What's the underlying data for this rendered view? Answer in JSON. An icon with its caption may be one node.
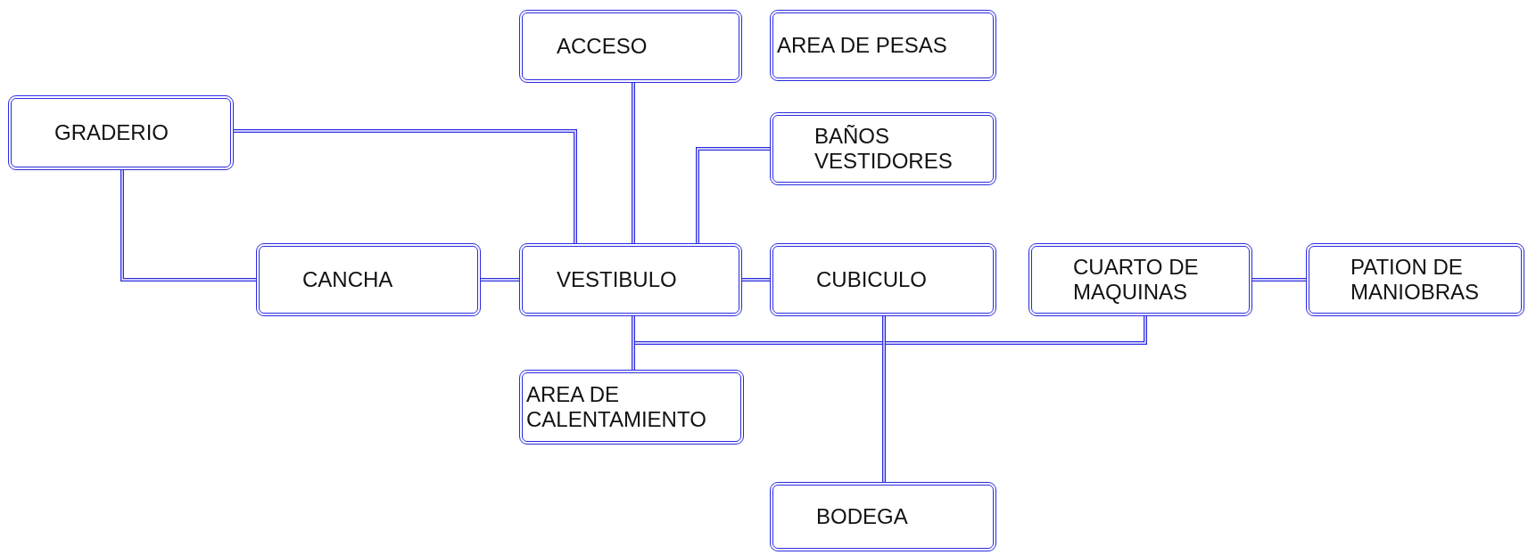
{
  "diagram": {
    "nodes": [
      {
        "text": [
          "ACCESO"
        ]
      },
      {
        "text": [
          "AREA DE PESAS"
        ]
      },
      {
        "text": [
          "GRADERIO"
        ]
      },
      {
        "text": [
          "BAÑOS VESTIDORES"
        ]
      },
      {
        "text": [
          "CANCHA"
        ]
      },
      {
        "text": [
          "VESTIBULO"
        ]
      },
      {
        "text": [
          "CUBICULO"
        ]
      },
      {
        "text": [
          "CUARTO DE MAQUINAS"
        ]
      },
      {
        "text": [
          "PATION DE MANIOBRAS"
        ]
      },
      {
        "text": [
          "AREA DE CALENTAMIENTO"
        ]
      },
      {
        "text": [
          "BODEGA"
        ]
      }
    ],
    "edges": [
      {
        "from": 0,
        "to": 5,
        "arrow": "none"
      },
      {
        "from": 2,
        "to": 5,
        "arrow": "none"
      },
      {
        "from": 3,
        "to": 5,
        "arrow": "none"
      },
      {
        "from": 2,
        "to": 4,
        "arrow": "none"
      },
      {
        "from": 4,
        "to": 5,
        "arrow": "none"
      },
      {
        "from": 5,
        "to": 6,
        "arrow": "none"
      },
      {
        "from": 7,
        "to": 8,
        "arrow": "none"
      },
      {
        "from": 5,
        "to": 7,
        "arrow": "none"
      },
      {
        "from": 5,
        "to": 9,
        "arrow": "none"
      },
      {
        "from": 6,
        "to": 10,
        "arrow": "none"
      }
    ]
  }
}
